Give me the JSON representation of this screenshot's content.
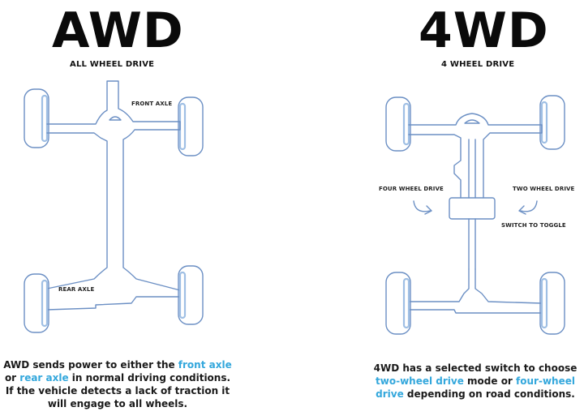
{
  "awd": {
    "title": "AWD",
    "subtitle": "ALL WHEEL DRIVE",
    "labels": {
      "front_axle": "FRONT AXLE",
      "rear_axle": "REAR AXLE"
    },
    "description": {
      "part1": "AWD sends power to either the ",
      "highlight1": "front axle",
      "part2": " or ",
      "highlight2": "rear axle",
      "part3": " in normal driving conditions. If the vehicle detects a lack of traction it will engage to all wheels."
    }
  },
  "fwd": {
    "title": "4WD",
    "subtitle": "4 WHEEL DRIVE",
    "labels": {
      "four_wheel_drive": "FOUR WHEEL DRIVE",
      "two_wheel_drive": "TWO WHEEL DRIVE",
      "switch_to_toggle": "SWITCH TO TOGGLE"
    },
    "description": {
      "part1": "4WD has a selected switch to choose ",
      "highlight1": "two-wheel drive",
      "part2": " mode or ",
      "highlight2": "four-wheel drive",
      "part3": " depending on road conditions."
    }
  },
  "colors": {
    "outline": "#6b8fc4",
    "highlight_text": "#33a7dc",
    "title_text": "#0a0a0a"
  }
}
